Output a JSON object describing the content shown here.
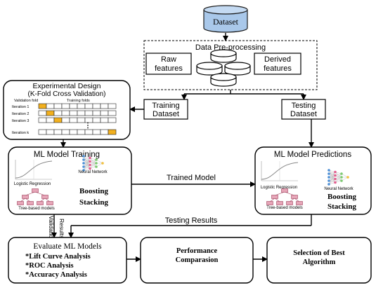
{
  "dataset": "Dataset",
  "preprocessing": {
    "title": "Data Pre-processing",
    "raw_line1": "Raw",
    "raw_line2": "features",
    "derived_line1": "Derived",
    "derived_line2": "features"
  },
  "training_dataset": {
    "line1": "Training",
    "line2": "Dataset"
  },
  "testing_dataset": {
    "line1": "Testing",
    "line2": "Dataset"
  },
  "experimental_design": {
    "title": "Experimental Design",
    "subtitle": "(K-Fold Cross Validation)",
    "validation_fold": "Validation fold",
    "training_folds": "Training folds",
    "iterations": [
      "Iteration 1",
      "Iteration 2",
      "Iteration 3",
      "Iteration k"
    ],
    "ellipsis": "⋮"
  },
  "training": {
    "title": "ML Model Training",
    "logistic": "Logistic Regression",
    "neural": "Neural Network",
    "tree": "Tree-based models",
    "boosting": "Boosting",
    "stacking": "Stacking"
  },
  "predictions": {
    "title": "ML Model Predictions",
    "logistic": "Logistic Regression",
    "neural": "Neural Network",
    "tree": "Tree-based models",
    "boosting": "Boosting",
    "stacking": "Stacking"
  },
  "trained_model": "Trained Model",
  "testing_results": "Testing Results",
  "validation_results": {
    "line1": "Validation",
    "line2": "Results"
  },
  "evaluate": {
    "title": "Evaluate ML Models",
    "items": [
      "*Lift Curve Analysis",
      "*ROC Analysis",
      "*Accuracy Analysis"
    ]
  },
  "performance": {
    "line1": "Performance",
    "line2": "Comparasion"
  },
  "selection": {
    "line1": "Selection of Best",
    "line2": "Algorithm"
  },
  "colors": {
    "cylinder": "#a9c8ea",
    "fold_orange": "#f2b01e",
    "tree_pink": "#e6a6b8",
    "arrow": "#000000"
  }
}
